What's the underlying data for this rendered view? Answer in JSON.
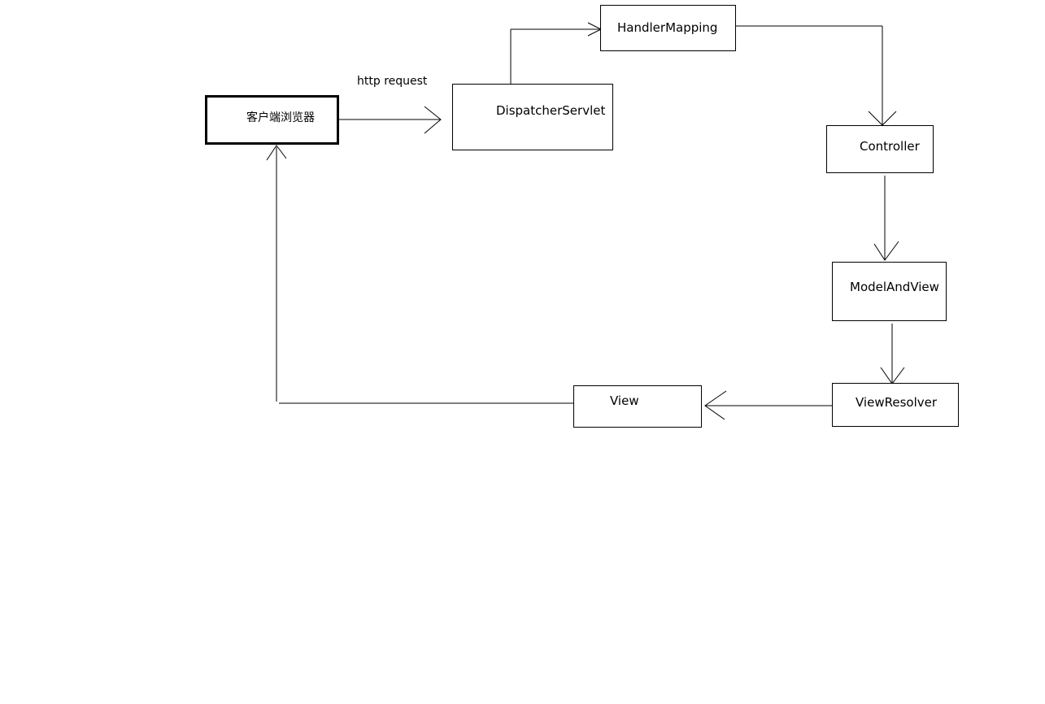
{
  "diagram": {
    "nodes": {
      "client": {
        "label": "客户端浏览器"
      },
      "dispatcher": {
        "label": "DispatcherServlet"
      },
      "handler_mapping": {
        "label": "HandlerMapping"
      },
      "controller": {
        "label": "Controller"
      },
      "model_and_view": {
        "label": "ModelAndView"
      },
      "view_resolver": {
        "label": "ViewResolver"
      },
      "view": {
        "label": "View"
      }
    },
    "edges": {
      "client_to_dispatcher": {
        "label": "http request"
      }
    }
  }
}
